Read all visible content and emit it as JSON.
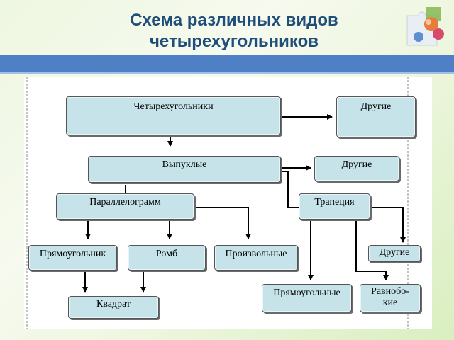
{
  "slide": {
    "title_line1": "Схема различных видов",
    "title_line2": "четырехугольников",
    "title_color": "#1f4e79",
    "bar_color": "#4f7fc4"
  },
  "diagram": {
    "nodes": {
      "quadrilaterals": "Четырехугольники",
      "other_top": "Другие",
      "convex": "Выпуклые",
      "other_convex": "Другие",
      "parallelogram": "Параллелограмм",
      "trapezoid": "Трапеция",
      "rectangle": "Прямоугольник",
      "rhombus": "Ромб",
      "arbitrary": "Произвольные",
      "other_trapezoid": "Другие",
      "square": "Квадрат",
      "right_trapezoid": "Прямоугольные",
      "isosceles_line1": "Равнобо-",
      "isosceles_line2": "кие"
    },
    "node_fill": "#c7e3ea",
    "edges": [
      [
        "quadrilaterals",
        "other_top"
      ],
      [
        "quadrilaterals",
        "convex"
      ],
      [
        "convex",
        "other_convex"
      ],
      [
        "convex",
        "parallelogram"
      ],
      [
        "convex",
        "trapezoid"
      ],
      [
        "parallelogram",
        "rectangle"
      ],
      [
        "parallelogram",
        "rhombus"
      ],
      [
        "parallelogram",
        "arbitrary"
      ],
      [
        "rectangle",
        "square"
      ],
      [
        "rhombus",
        "square"
      ],
      [
        "trapezoid",
        "right_trapezoid"
      ],
      [
        "trapezoid",
        "isosceles_line1"
      ],
      [
        "trapezoid",
        "other_trapezoid"
      ]
    ]
  }
}
